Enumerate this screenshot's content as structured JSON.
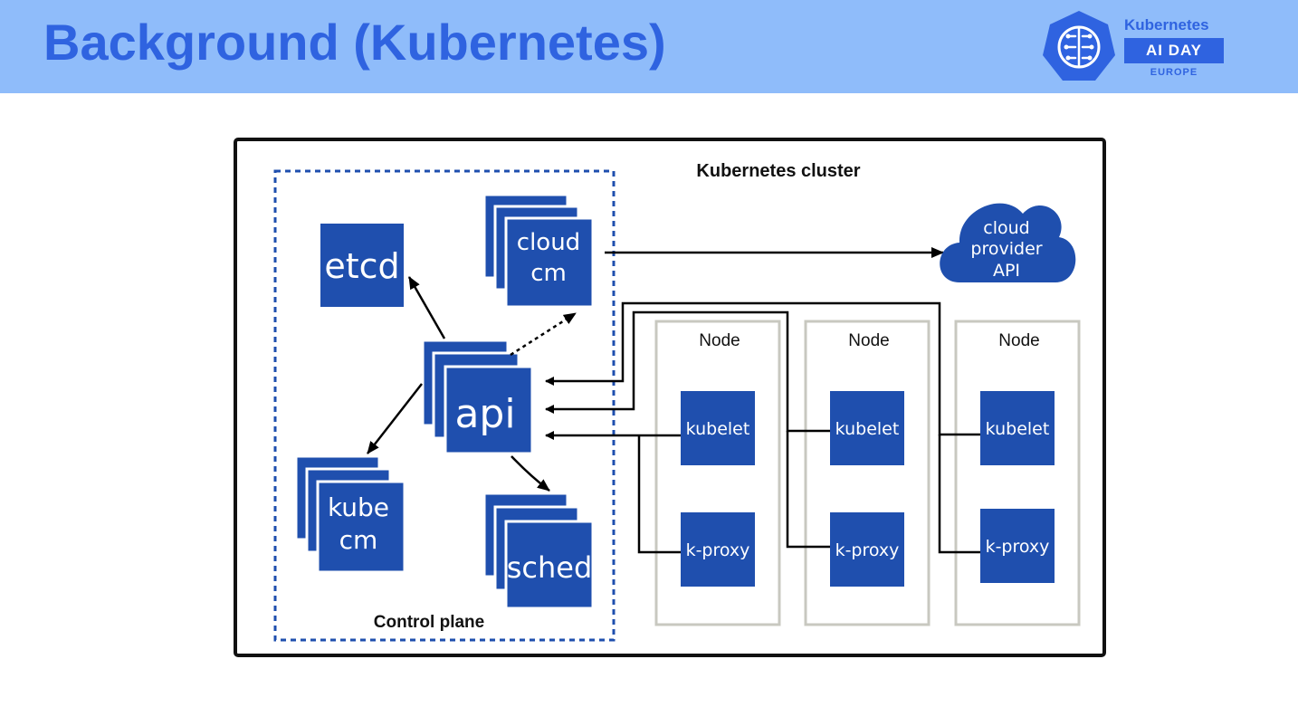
{
  "slide": {
    "title": "Background (Kubernetes)"
  },
  "logo": {
    "line1": "Kubernetes",
    "line2": "AI DAY",
    "line3": "EUROPE",
    "icon": "kubernetes-brain-icon"
  },
  "diagram": {
    "cluster_label": "Kubernetes cluster",
    "control_plane_label": "Control plane",
    "components": {
      "etcd": "etcd",
      "cloud_cm_1": "cloud",
      "cloud_cm_2": "cm",
      "api": "api",
      "kube_cm_1": "kube",
      "kube_cm_2": "cm",
      "sched": "sched"
    },
    "cloud_provider": [
      "cloud",
      "provider",
      "API"
    ],
    "nodes": [
      {
        "label": "Node",
        "kubelet": "kubelet",
        "kproxy": "k-proxy"
      },
      {
        "label": "Node",
        "kubelet": "kubelet",
        "kproxy": "k-proxy"
      },
      {
        "label": "Node",
        "kubelet": "kubelet",
        "kproxy": "k-proxy"
      }
    ]
  },
  "colors": {
    "header_bg": "#8fbcfa",
    "accent": "#2f63e0",
    "box_blue": "#1f4fae",
    "node_border": "#c8c8c0"
  }
}
